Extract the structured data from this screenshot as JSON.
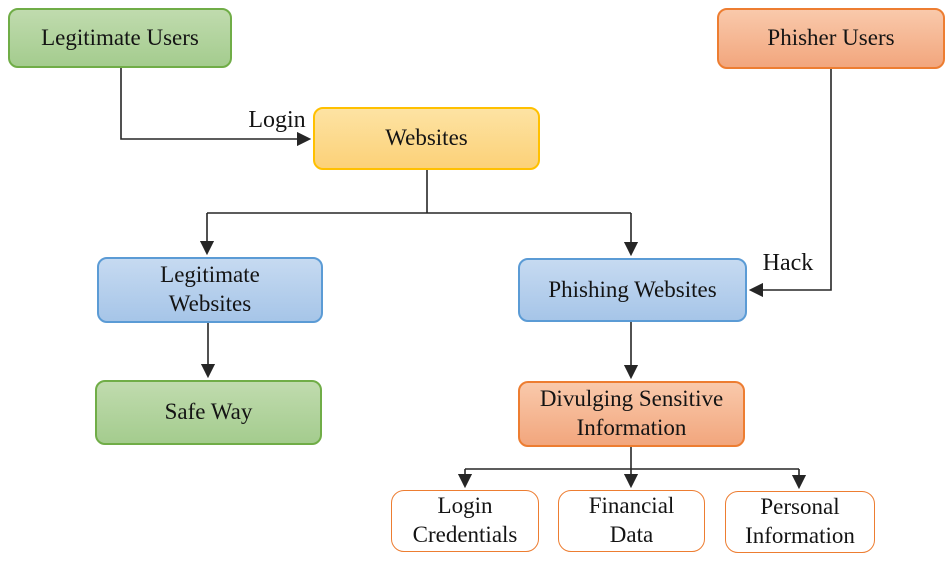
{
  "nodes": {
    "legitimate_users": {
      "label": "Legitimate Users",
      "color": "green"
    },
    "phisher_users": {
      "label": "Phisher Users",
      "color": "orange"
    },
    "websites": {
      "label": "Websites",
      "color": "yellow"
    },
    "legitimate_websites": {
      "label": "Legitimate\nWebsites",
      "color": "blue"
    },
    "phishing_websites": {
      "label": "Phishing Websites",
      "color": "blue"
    },
    "safe_way": {
      "label": "Safe Way",
      "color": "green"
    },
    "divulging_sensitive_information": {
      "label": "Divulging Sensitive\nInformation",
      "color": "orange"
    },
    "login_credentials": {
      "label": "Login\nCredentials",
      "color": "white"
    },
    "financial_data": {
      "label": "Financial\nData",
      "color": "white"
    },
    "personal_information": {
      "label": "Personal\nInformation",
      "color": "white"
    }
  },
  "edge_labels": {
    "login": "Login",
    "hack": "Hack"
  },
  "edges": [
    {
      "from": "Legitimate Users",
      "to": "Websites",
      "label": "Login"
    },
    {
      "from": "Phisher Users",
      "to": "Phishing Websites",
      "label": "Hack"
    },
    {
      "from": "Websites",
      "to": "Legitimate Websites"
    },
    {
      "from": "Websites",
      "to": "Phishing Websites"
    },
    {
      "from": "Legitimate Websites",
      "to": "Safe Way"
    },
    {
      "from": "Phishing Websites",
      "to": "Divulging Sensitive Information"
    },
    {
      "from": "Divulging Sensitive Information",
      "to": "Login Credentials"
    },
    {
      "from": "Divulging Sensitive Information",
      "to": "Financial Data"
    },
    {
      "from": "Divulging Sensitive Information",
      "to": "Personal Information"
    }
  ],
  "colors": {
    "green_fill_top": "#c0dbae",
    "green_fill_bottom": "#a4cc8e",
    "green_border": "#70ad47",
    "orange_fill_top": "#f9c9ab",
    "orange_fill_bottom": "#f2a67d",
    "orange_border": "#ed7d31",
    "yellow_fill_top": "#fde3a3",
    "yellow_fill_bottom": "#fcd178",
    "yellow_border": "#ffc000",
    "blue_fill_top": "#c6daf1",
    "blue_fill_bottom": "#a6c5e8",
    "blue_border": "#5b9bd5",
    "white_fill": "#ffffff",
    "white_border": "#ed7d31",
    "line_color": "#262626",
    "text_color": "#141414"
  }
}
